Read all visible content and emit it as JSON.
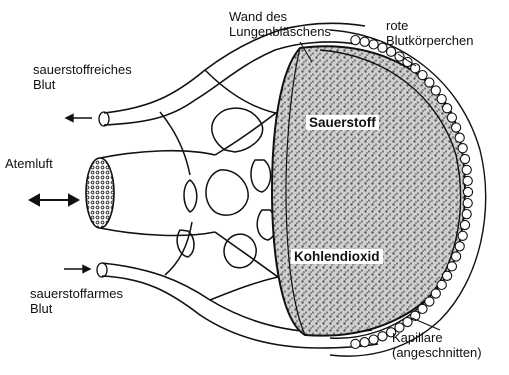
{
  "labels": {
    "oxygen_rich_line1": "sauerstoffreiches",
    "oxygen_rich_line2": "Blut",
    "breathing_air": "Atemluft",
    "oxygen_poor_line1": "sauerstoffarmes",
    "oxygen_poor_line2": "Blut",
    "alveolus_wall_line1": "Wand des",
    "alveolus_wall_line2": "Lungenbläschens",
    "red_blood_cells_line1": "rote",
    "red_blood_cells_line2": "Blutkörperchen",
    "oxygen": "Sauerstoff",
    "carbon_dioxide": "Kohlendioxid",
    "capillary_line1": "Kapillare",
    "capillary_line2": "(angeschnitten)"
  },
  "icons": {
    "arrow_out": "arrow-left-icon",
    "arrow_both": "double-arrow-icon",
    "arrow_in": "arrow-right-icon"
  },
  "colors": {
    "ink": "#111111",
    "background": "#ffffff"
  }
}
